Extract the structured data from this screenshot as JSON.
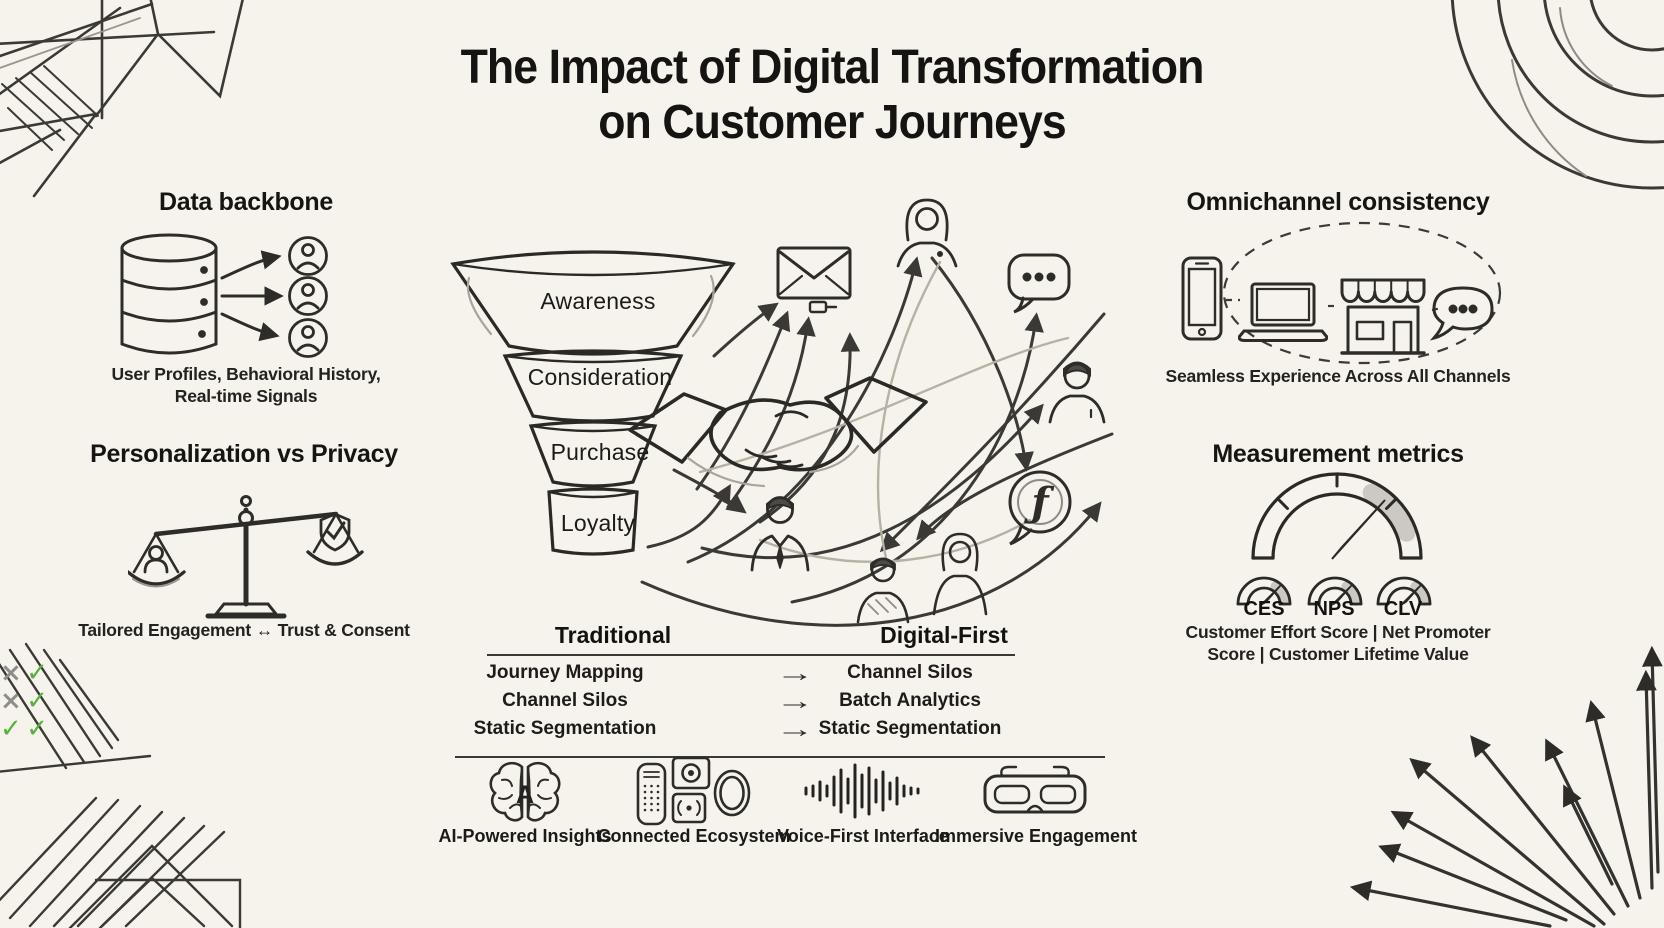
{
  "title": {
    "line1": "The Impact of Digital Transformation",
    "line2": "on Customer Journeys"
  },
  "data_backbone": {
    "heading": "Data backbone",
    "caption_line1": "User Profiles, Behavioral History,",
    "caption_line2": "Real-time Signals"
  },
  "personalization": {
    "heading": "Personalization vs Privacy",
    "caption": "Tailored Engagement ↔ Trust & Consent"
  },
  "omnichannel": {
    "heading": "Omnichannel consistency",
    "caption": "Seamless Experience Across All Channels"
  },
  "metrics": {
    "heading": "Measurement metrics",
    "gauge_labels": [
      "CES",
      "NPS",
      "CLV"
    ],
    "caption_line1": "Customer Effort Score | Net Promoter",
    "caption_line2": "Score | Customer Lifetime Value"
  },
  "funnel": {
    "stages": [
      "Awareness",
      "Consideration",
      "Purchase",
      "Loyalty"
    ]
  },
  "comparison": {
    "left_header": "Traditional",
    "right_header": "Digital-First",
    "arrow": "→",
    "rows": [
      {
        "left": "Journey Mapping",
        "left_mark": "×",
        "left_mark_class": "mark mark-x",
        "right": "Channel Silos",
        "right_mark": "✓",
        "right_mark_class": "mark mark-check"
      },
      {
        "left": "Channel Silos",
        "left_mark": "×",
        "left_mark_class": "mark mark-x",
        "right": "Batch Analytics",
        "right_mark": "✓",
        "right_mark_class": "mark mark-check"
      },
      {
        "left": "Static Segmentation",
        "left_mark": "✓",
        "left_mark_class": "mark mark-check",
        "right": "Static Segmentation",
        "right_mark": "✓",
        "right_mark_class": "mark mark-check"
      }
    ]
  },
  "capabilities": [
    {
      "icon": "brain-icon",
      "label": "AI-Powered Insights"
    },
    {
      "icon": "connected-devices-icon",
      "label": "Connected Ecosystem"
    },
    {
      "icon": "voice-waveform-icon",
      "label": "Voice-First Interface"
    },
    {
      "icon": "vr-goggles-icon",
      "label": "Immersive Engagement"
    }
  ],
  "glyphs": {
    "brain_letter": "A",
    "social_f": "ƒ"
  },
  "colors": {
    "background": "#f5f3ec",
    "ink": "#2e2c29",
    "check_green": "#58b13f",
    "x_gray": "#8d8d8b"
  }
}
